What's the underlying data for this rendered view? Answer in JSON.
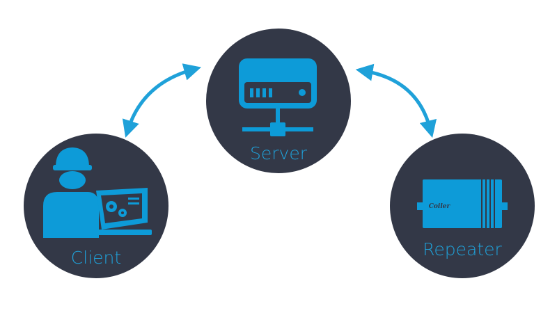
{
  "colors": {
    "node_fill": "#333847",
    "icon_accent": "#0d9bd8",
    "arrow": "#1fa1d9",
    "label": "#1fa1d9",
    "background": "#ffffff"
  },
  "nodes": {
    "server": {
      "label": "Server",
      "icon": "server-icon"
    },
    "client": {
      "label": "Client",
      "icon": "engineer-laptop-icon"
    },
    "repeater": {
      "label": "Repeater",
      "icon": "repeater-device-icon",
      "brand": "Coiler"
    }
  },
  "connections": [
    {
      "from": "client",
      "to": "server",
      "direction": "bidirectional"
    },
    {
      "from": "server",
      "to": "repeater",
      "direction": "bidirectional"
    }
  ]
}
